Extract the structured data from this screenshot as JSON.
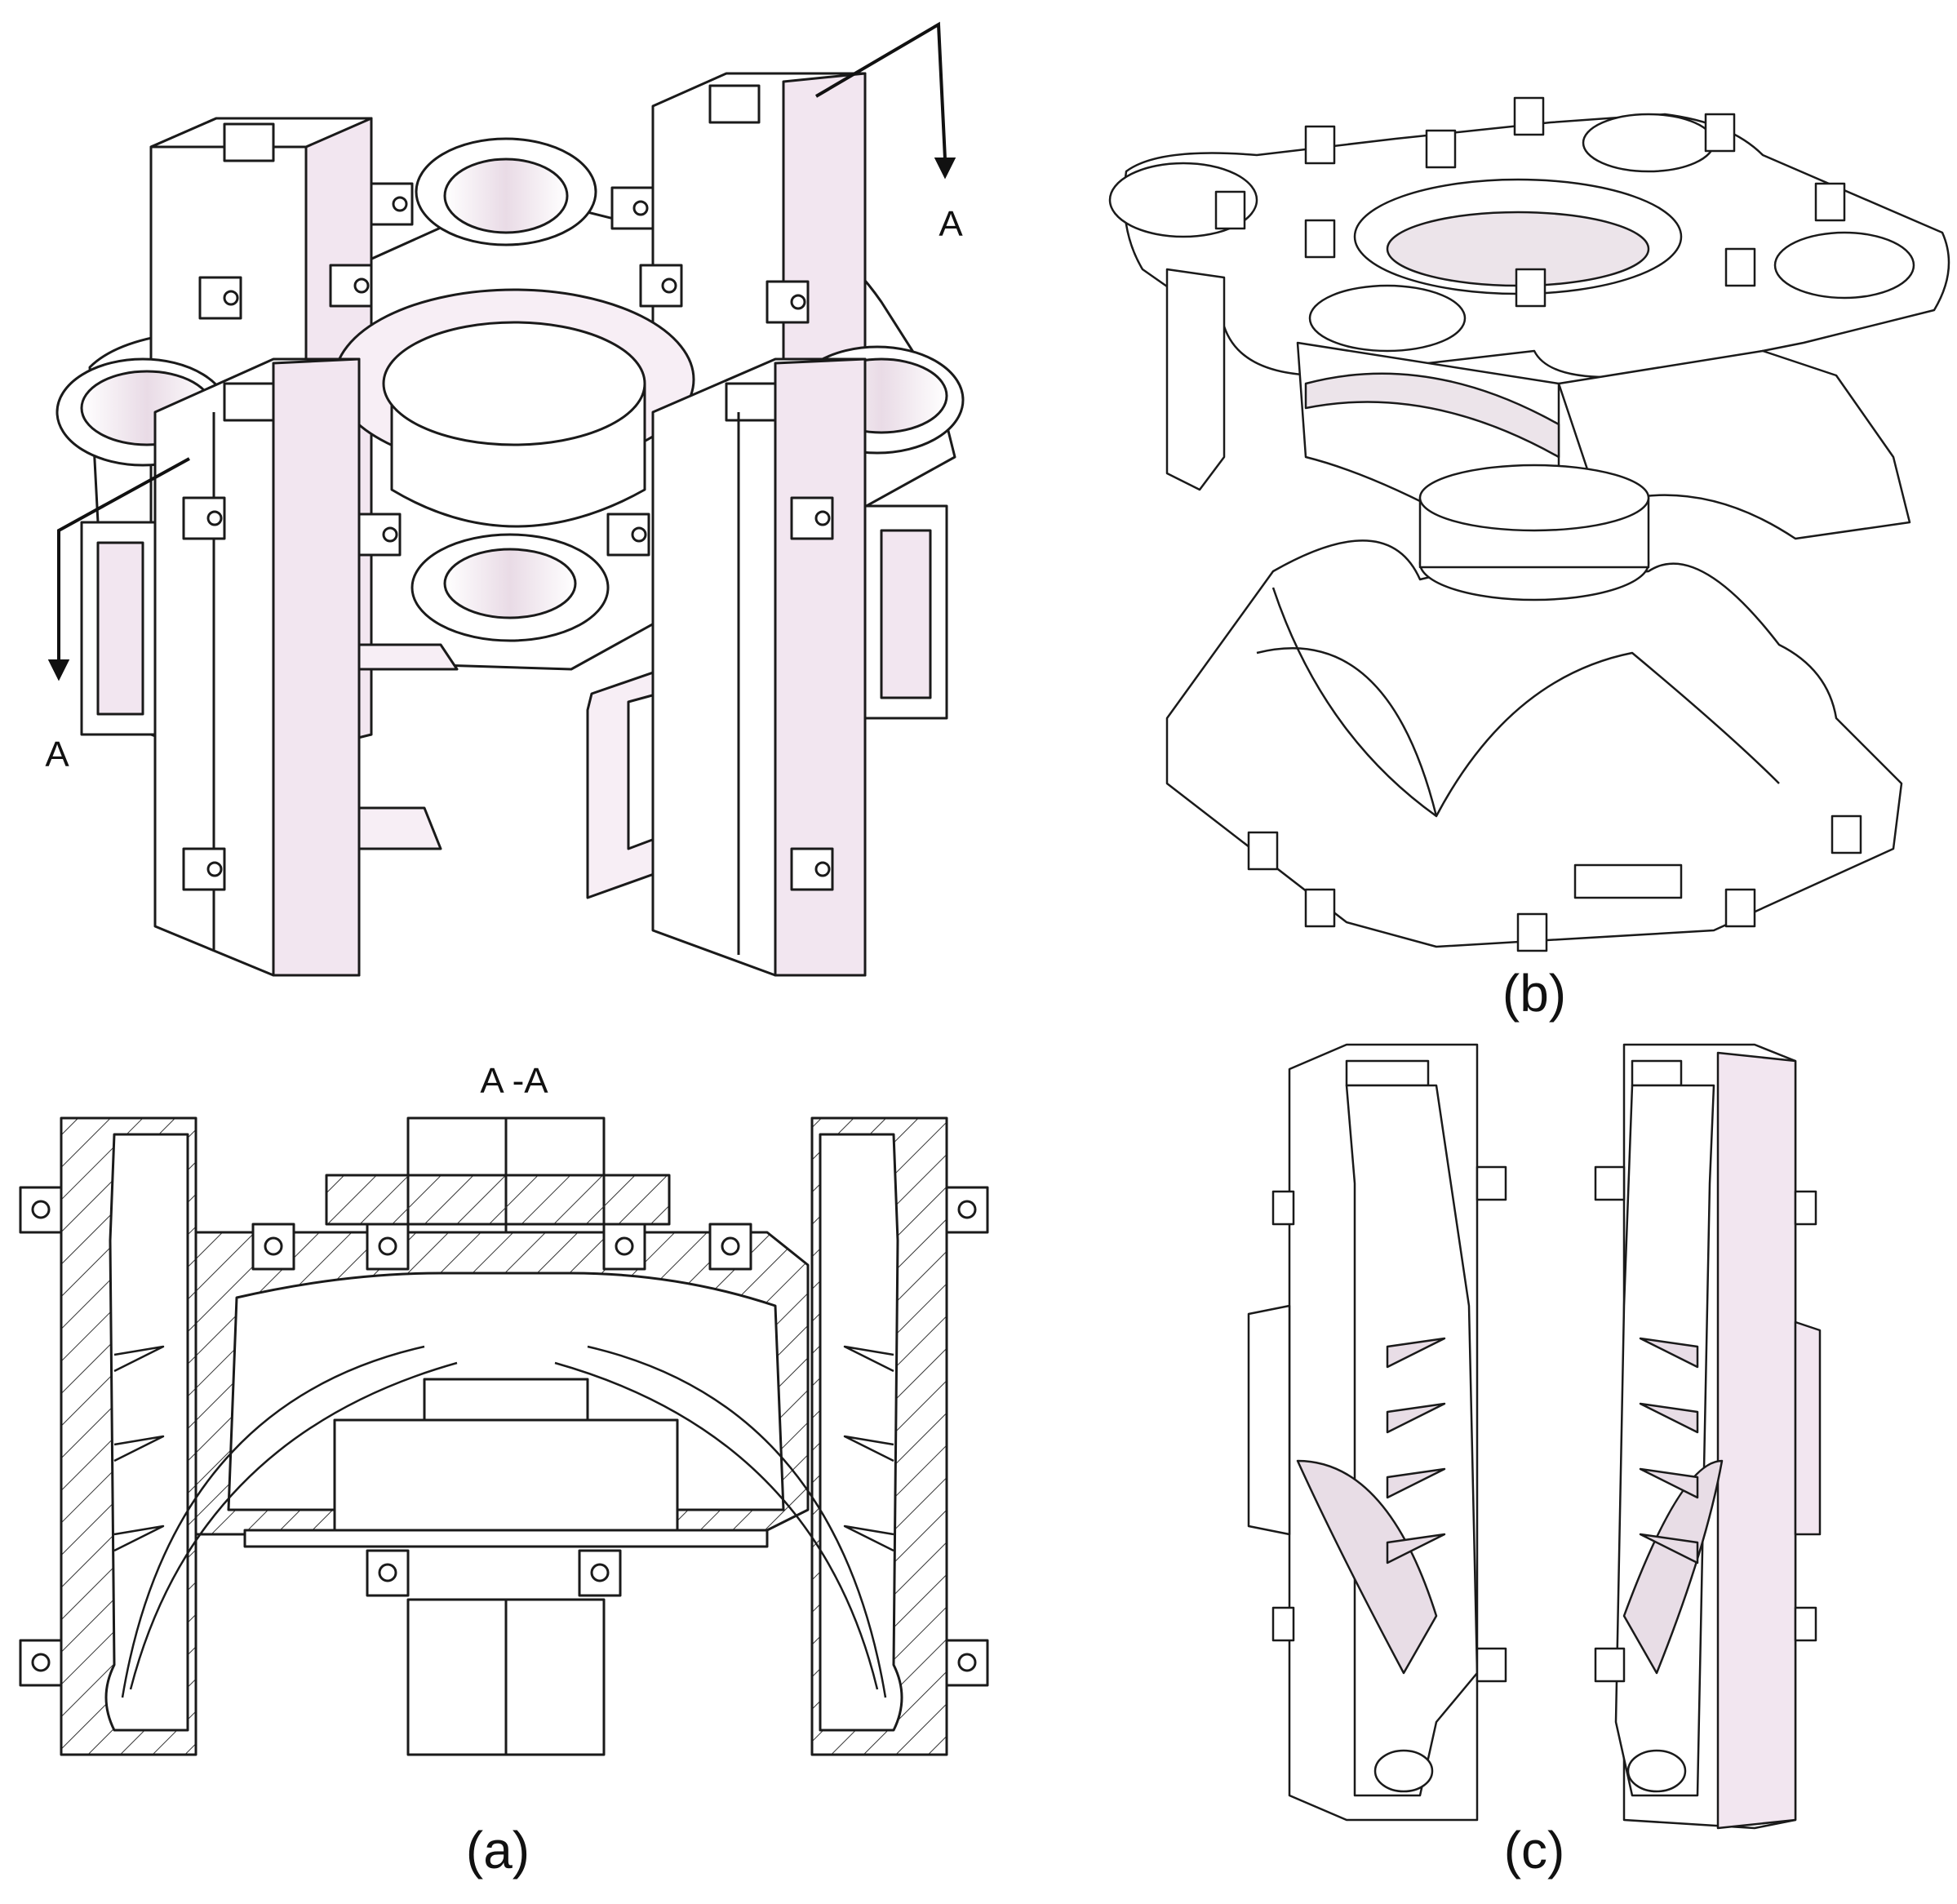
{
  "labels": {
    "section_arrow_top": "A",
    "section_arrow_left": "A",
    "section_title": "A -A",
    "caption_a": "(a)",
    "caption_b": "(b)",
    "caption_c": "(c)"
  },
  "colors": {
    "line": "#1a1a1a",
    "face_light": "#ffffff",
    "face_tint": "#f2e6f0",
    "hatch": "#333333"
  }
}
